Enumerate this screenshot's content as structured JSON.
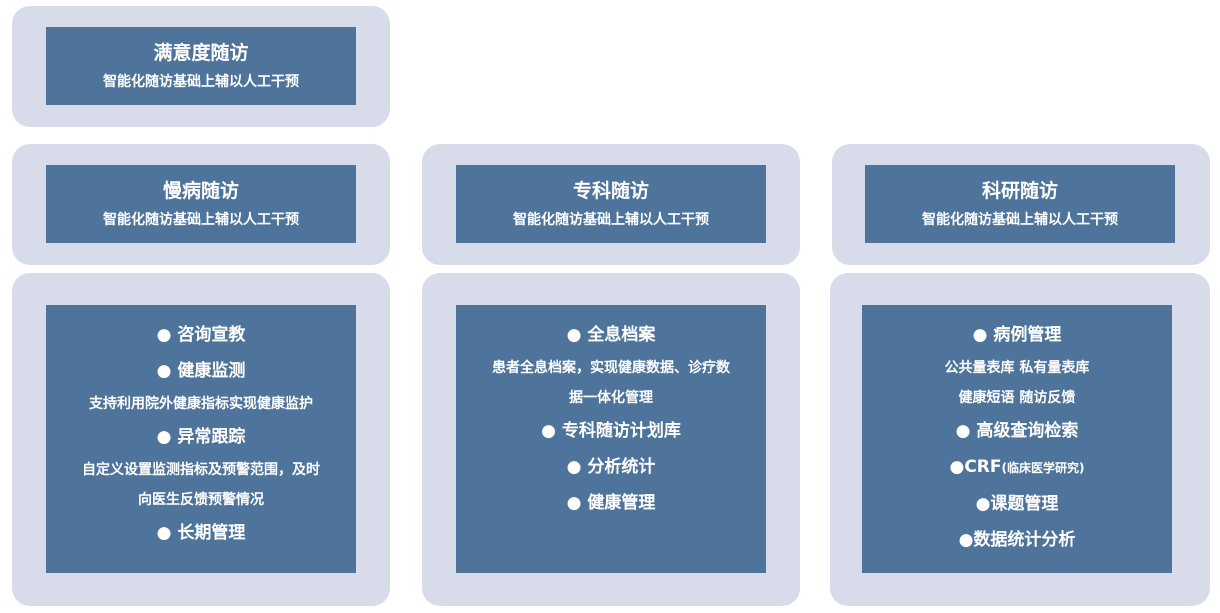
{
  "satisfaction": {
    "title": "满意度随访",
    "subtitle": "智能化随访基础上辅以人工干预"
  },
  "columns": [
    {
      "title": "慢病随访",
      "subtitle": "智能化随访基础上辅以人工干预",
      "lines": [
        {
          "type": "bullet",
          "text": "● 咨询宣教"
        },
        {
          "type": "bullet",
          "text": "● 健康监测"
        },
        {
          "type": "text",
          "text": "支持利用院外健康指标实现健康监护"
        },
        {
          "type": "bullet",
          "text": "● 异常跟踪"
        },
        {
          "type": "text",
          "text": "自定义设置监测指标及预警范围，及时"
        },
        {
          "type": "text",
          "text": "向医生反馈预警情况"
        },
        {
          "type": "bullet",
          "text": "● 长期管理"
        }
      ]
    },
    {
      "title": "专科随访",
      "subtitle": "智能化随访基础上辅以人工干预",
      "lines": [
        {
          "type": "bullet",
          "text": "● 全息档案"
        },
        {
          "type": "text",
          "text": "患者全息档案，实现健康数据、诊疗数"
        },
        {
          "type": "text",
          "text": "据一体化管理"
        },
        {
          "type": "bullet",
          "text": "● 专科随访计划库"
        },
        {
          "type": "bullet",
          "text": "● 分析统计"
        },
        {
          "type": "bullet",
          "text": "● 健康管理"
        }
      ]
    },
    {
      "title": "科研随访",
      "subtitle": "智能化随访基础上辅以人工干预",
      "lines": [
        {
          "type": "bullet",
          "text": "● 病例管理"
        },
        {
          "type": "text",
          "text": "公共量表库  私有量表库"
        },
        {
          "type": "text",
          "text": "健康短语  随访反馈"
        },
        {
          "type": "bullet",
          "text": "● 高级查询检索"
        },
        {
          "type": "bullet",
          "text": "●CRF",
          "small": "(临床医学研究)"
        },
        {
          "type": "bullet",
          "text": "●课题管理"
        },
        {
          "type": "bullet",
          "text": "●数据统计分析"
        }
      ]
    }
  ],
  "colors": {
    "panel_bg": "#d7dbea",
    "box_bg": "#4e749b",
    "text": "#ffffff"
  }
}
